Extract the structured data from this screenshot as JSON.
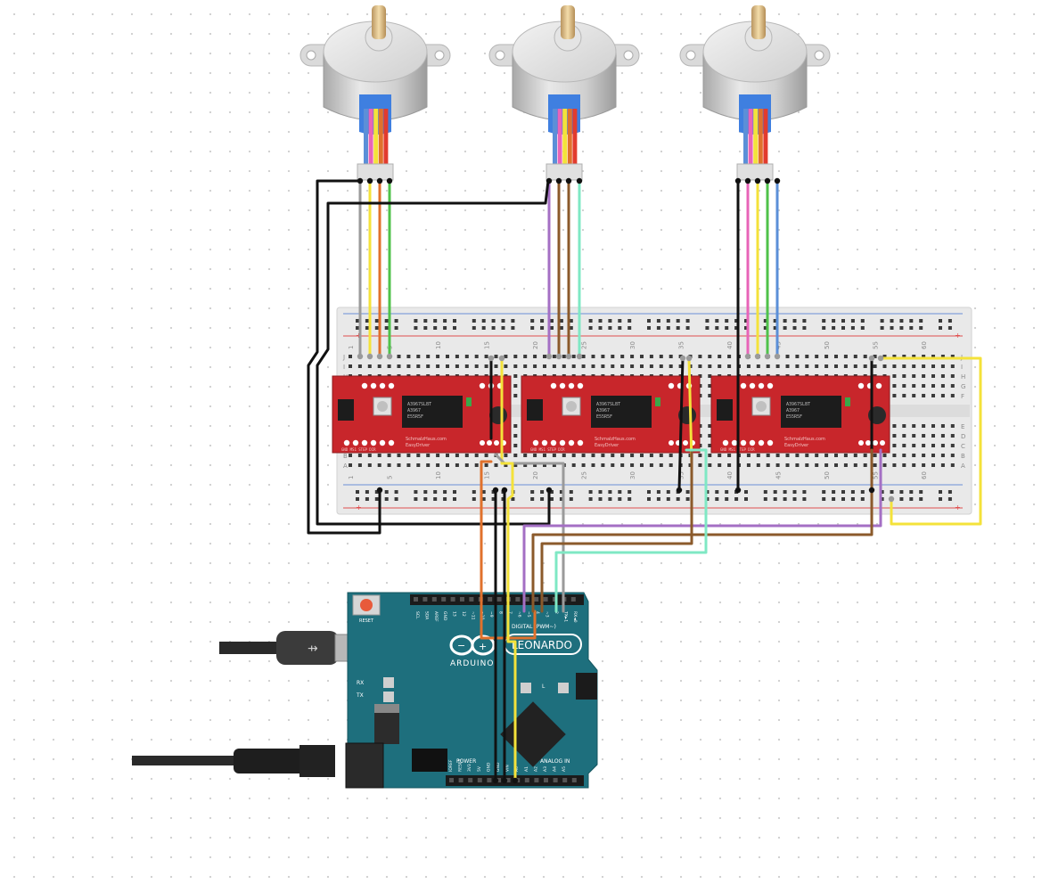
{
  "diagram": {
    "motor_count": 3,
    "driver_count": 3,
    "breadboard": {
      "column_numbers": [
        "1",
        "5",
        "10",
        "15",
        "20",
        "25",
        "30",
        "35",
        "40",
        "45",
        "50",
        "55",
        "60"
      ],
      "row_letters_top": [
        "J",
        "I",
        "H",
        "G",
        "F"
      ],
      "row_letters_bottom": [
        "E",
        "D",
        "C",
        "B",
        "A"
      ]
    },
    "driver": {
      "chip_text": [
        "A3967SLBT",
        "A3967",
        "E55R5F"
      ],
      "brand_text": [
        "SchmalzHaus.com",
        "EasyDriver"
      ],
      "bottom_pins": "GND MS1 STEP DIR"
    },
    "arduino": {
      "brand": "ARDUINO",
      "model": "LEONARDO",
      "reset_label": "RESET",
      "digital_label": "DIGITAL (PWM~)",
      "analog_label": "ANALOG IN",
      "power_label": "POWER",
      "rx_label": "RX",
      "tx_label": "TX",
      "led_label": "L",
      "top_pins": [
        "SCL",
        "SDA",
        "AREF",
        "GND",
        "13",
        "12",
        "~11",
        "~10",
        "~9",
        "8",
        "7",
        "~6",
        "~5",
        "4",
        "~3",
        "2",
        "TX►1",
        "RX◄0"
      ],
      "bottom_pins": [
        "IOREF",
        "RESET",
        "3V3",
        "5V",
        "GND",
        "GND",
        "VIN",
        "A0",
        "A1",
        "A2",
        "A3",
        "A4",
        "A5"
      ]
    },
    "wire_colors": {
      "black": "#111111",
      "gray": "#9a9a9a",
      "yellow": "#f4e23a",
      "orange": "#e0712c",
      "green": "#4fc24a",
      "purple": "#a46fc4",
      "brown": "#8b5a2b",
      "mint": "#7fe8c4",
      "blue": "#5b8fd8",
      "pink": "#e864b8",
      "red": "#e23b2e"
    },
    "board_colors": {
      "arduino_teal": "#1e6f7d",
      "driver_red": "#c8262b",
      "breadboard": "#ececec"
    }
  }
}
